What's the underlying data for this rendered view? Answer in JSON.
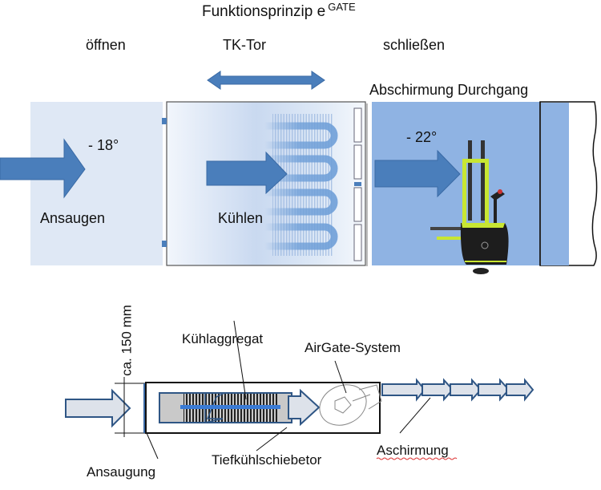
{
  "title": {
    "main": "Funktionsprinzip  e",
    "superscript": "GATE"
  },
  "top_diagram": {
    "stage_labels": {
      "open": "öffnen",
      "gate": "TK-Tor",
      "close": "schließen"
    },
    "shield_label": "Abschirmung Durchgang",
    "zones": [
      {
        "temperature": "- 18°",
        "action": "Ansaugen"
      },
      {
        "temperature": "",
        "action": "Kühlen"
      },
      {
        "temperature": "- 22°",
        "action": ""
      }
    ],
    "colors": {
      "zone_light": "#dfe8f5",
      "zone_dark": "#8fb3e3",
      "arrow": "#4a7ebb",
      "forklift": "#c8e632"
    }
  },
  "bottom_diagram": {
    "dimension_label": "ca. 150 mm",
    "labels": {
      "cooling_unit": "Kühlaggregat",
      "airgate": "AirGate-System",
      "intake": "Ansaugung",
      "door": "Tiefkühlschiebetor",
      "shield": "Aschirmung"
    },
    "shield_arrow_count": 5
  }
}
